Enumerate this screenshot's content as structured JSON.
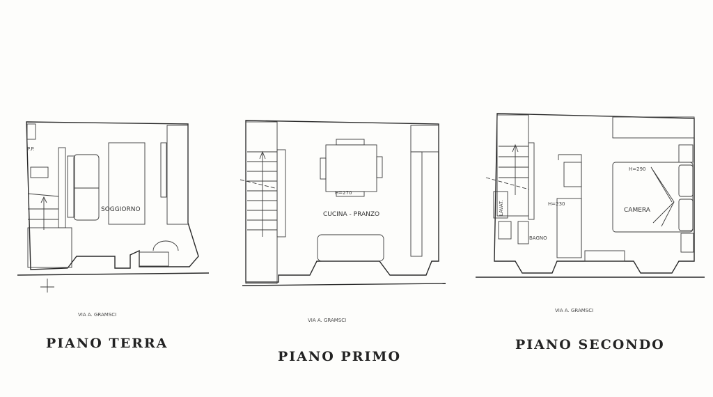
{
  "street_label": "VIA A. GRAMSCI",
  "floors": [
    {
      "title": "PIANO   TERRA",
      "rooms": [
        "SOGGIORNO"
      ],
      "notes": [
        "P.P."
      ]
    },
    {
      "title": "PIANO   PRIMO",
      "rooms": [
        "CUCINA - PRANZO"
      ],
      "notes": [
        "H=270"
      ]
    },
    {
      "title": "PIANO   SECONDO",
      "rooms": [
        "CAMERA",
        "BAGNO",
        "LAVAT."
      ],
      "notes": [
        "H=290",
        "H=230"
      ]
    }
  ]
}
